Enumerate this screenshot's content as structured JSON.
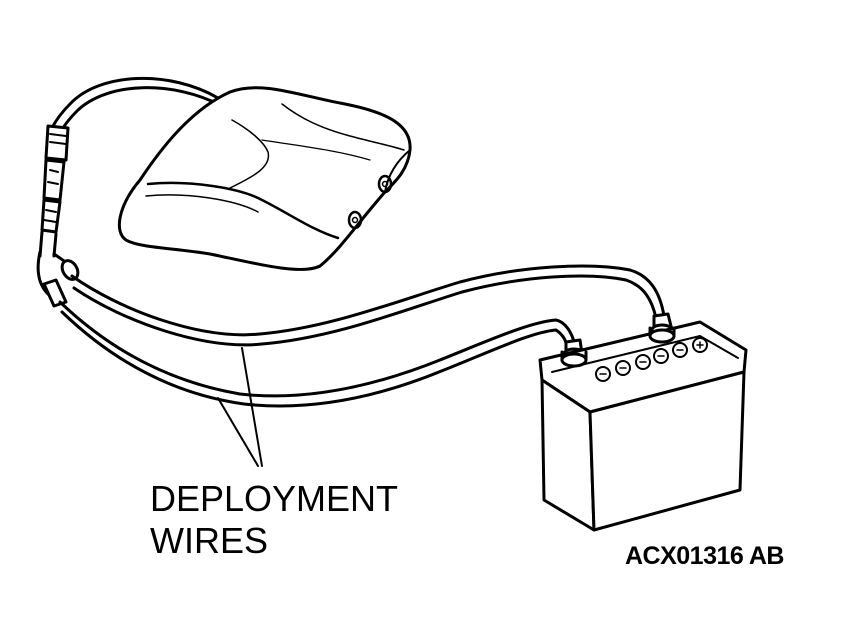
{
  "callout": {
    "line1": "DEPLOYMENT",
    "line2": "WIRES"
  },
  "figure_code": "ACX01316 AB",
  "colors": {
    "line": "#000000",
    "fill": "#ffffff"
  },
  "icons": {
    "airbag_module": "airbag-module-icon",
    "battery": "battery-icon",
    "connector": "connector-icon"
  }
}
